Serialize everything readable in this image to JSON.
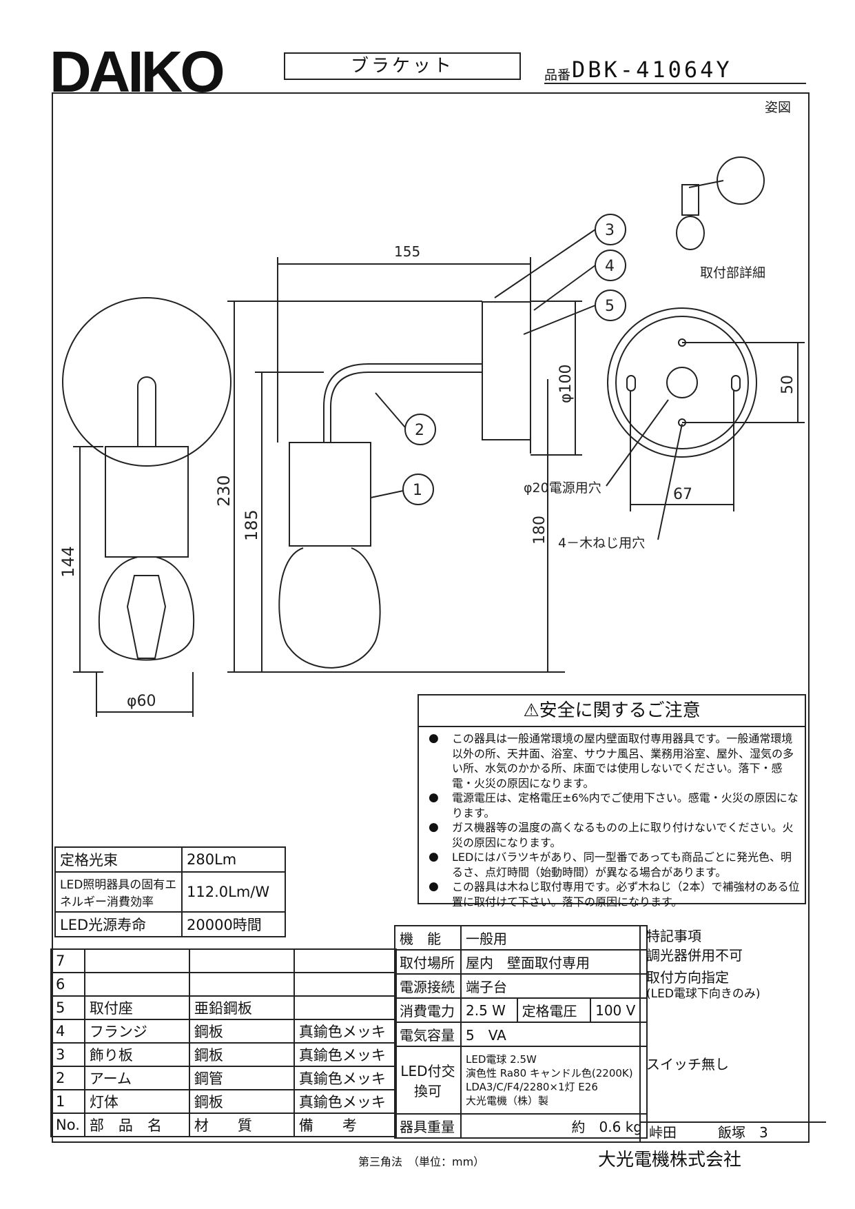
{
  "header": {
    "logo": "DAIKO",
    "product_type": "ブラケット",
    "part_no_label": "品番",
    "part_no": "DBK-41064Y"
  },
  "drawing": {
    "view_label": "姿図",
    "detail_label": "取付部詳細",
    "dims": {
      "width_155": "155",
      "height_230": "230",
      "height_185": "185",
      "height_144": "144",
      "diameter_60": "φ60",
      "diameter_100": "φ100",
      "dim_180": "180",
      "dim_50": "50",
      "dim_67": "67"
    },
    "callouts": [
      "1",
      "2",
      "3",
      "4",
      "5"
    ],
    "hole_power": "φ20電源用穴",
    "hole_screw": "4－木ねじ用穴"
  },
  "caution": {
    "title": "安全に関するご注意",
    "items": [
      "この器具は一般通常環境の屋内壁面取付専用器具です。一般通常環境以外の所、天井面、浴室、サウナ風呂、業務用浴室、屋外、湿気の多い所、水気のかかる所、床面では使用しないでください。落下・感電・火災の原因になります。",
      "電源電圧は、定格電圧±6%内でご使用下さい。感電・火災の原因になります。",
      "ガス機器等の温度の高くなるものの上に取り付けないでください。火災の原因になります。",
      "LEDにはバラツキがあり、同一型番であっても商品ごとに発光色、明るさ、点灯時間（始動時間）が異なる場合があります。",
      "この器具は木ねじ取付専用です。必ず木ねじ（2本）で補強材のある位置に取付けて下さい。落下の原因になります。"
    ]
  },
  "specs": [
    {
      "label": "定格光束",
      "value": "280Lm"
    },
    {
      "label": "LED照明器具の固有エネルギー消費効率",
      "value": "112.0Lm/W"
    },
    {
      "label": "LED光源寿命",
      "value": "20000時間"
    }
  ],
  "parts": {
    "headers": [
      "No.",
      "部　品　名",
      "材　　質",
      "備　　考"
    ],
    "rows": [
      {
        "no": "7",
        "name": "",
        "material": "",
        "note": ""
      },
      {
        "no": "6",
        "name": "",
        "material": "",
        "note": ""
      },
      {
        "no": "5",
        "name": "取付座",
        "material": "亜鉛鋼板",
        "note": ""
      },
      {
        "no": "4",
        "name": "フランジ",
        "material": "鋼板",
        "note": "真鍮色メッキ"
      },
      {
        "no": "3",
        "name": "飾り板",
        "material": "鋼板",
        "note": "真鍮色メッキ"
      },
      {
        "no": "2",
        "name": "アーム",
        "material": "鋼管",
        "note": "真鍮色メッキ"
      },
      {
        "no": "1",
        "name": "灯体",
        "material": "鋼板",
        "note": "真鍮色メッキ"
      }
    ]
  },
  "info": {
    "function_label": "機　能",
    "function": "一般用",
    "location_label": "取付場所",
    "location": "屋内　壁面取付専用",
    "connection_label": "電源接続",
    "connection": "端子台",
    "power_label": "消費電力",
    "power": "2.5 W",
    "voltage_label": "定格電圧",
    "voltage": "100 V",
    "capacity_label": "電気容量",
    "capacity": "5　VA",
    "led_label": "LED付交換可",
    "lamp_1": "LED電球 2.5W",
    "lamp_2": "演色性 Ra80 キャンドル色(2200K)",
    "lamp_3": "LDA3/C/F4/2280×1灯 E26",
    "lamp_4": "大光電機（株）製",
    "weight_label": "器具重量",
    "weight_approx": "約",
    "weight": "0.6 kg"
  },
  "notes": {
    "title": "特記事項",
    "line1": "調光器併用不可",
    "line2": "取付方向指定",
    "line3": "(LED電球下向きのみ)",
    "line4": "スイッチ無し",
    "sign1": "峠田",
    "sign2": "飯塚",
    "sign_no": "3"
  },
  "footer": {
    "projection": "第三角法　（単位：mm）",
    "company": "大光電機株式会社"
  }
}
